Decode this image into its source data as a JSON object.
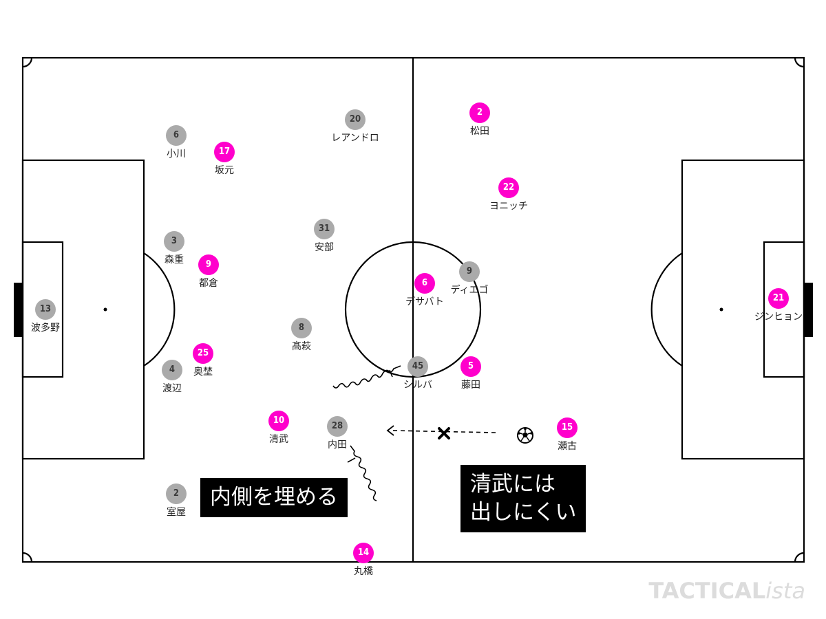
{
  "home_players": [
    {
      "id": "h13",
      "number": "13",
      "name": "波多野"
    },
    {
      "id": "h6",
      "number": "6",
      "name": "小川"
    },
    {
      "id": "h3",
      "number": "3",
      "name": "森重"
    },
    {
      "id": "h4",
      "number": "4",
      "name": "渡辺"
    },
    {
      "id": "h2",
      "number": "2",
      "name": "室屋"
    },
    {
      "id": "h20",
      "number": "20",
      "name": "レアンドロ"
    },
    {
      "id": "h31",
      "number": "31",
      "name": "安部"
    },
    {
      "id": "h8",
      "number": "8",
      "name": "髙萩"
    },
    {
      "id": "h28",
      "number": "28",
      "name": "内田"
    },
    {
      "id": "h45",
      "number": "45",
      "name": "シルバ"
    },
    {
      "id": "h9",
      "number": "9",
      "name": "ディエゴ"
    }
  ],
  "away_players": [
    {
      "id": "a17",
      "number": "17",
      "name": "坂元"
    },
    {
      "id": "a9",
      "number": "9",
      "name": "都倉"
    },
    {
      "id": "a25",
      "number": "25",
      "name": "奥埜"
    },
    {
      "id": "a10",
      "number": "10",
      "name": "清武"
    },
    {
      "id": "a14",
      "number": "14",
      "name": "丸橋"
    },
    {
      "id": "a2",
      "number": "2",
      "name": "松田"
    },
    {
      "id": "a22",
      "number": "22",
      "name": "ヨニッチ"
    },
    {
      "id": "a6",
      "number": "6",
      "name": "デサバト"
    },
    {
      "id": "a5",
      "number": "5",
      "name": "藤田"
    },
    {
      "id": "a15",
      "number": "15",
      "name": "瀬古"
    },
    {
      "id": "a21",
      "number": "21",
      "name": "ジンヒョン"
    }
  ],
  "callouts": {
    "left": [
      "内側を埋める"
    ],
    "right": [
      "清武には",
      "出しにくい"
    ]
  },
  "watermark": {
    "main": "TACTICAL",
    "suffix": "ista"
  },
  "colors": {
    "home": "#aaaaaa",
    "away": "#ff00cc",
    "pitch_line": "#000000"
  },
  "icons": {
    "ball": "soccer-ball-icon",
    "block": "cross-icon"
  }
}
